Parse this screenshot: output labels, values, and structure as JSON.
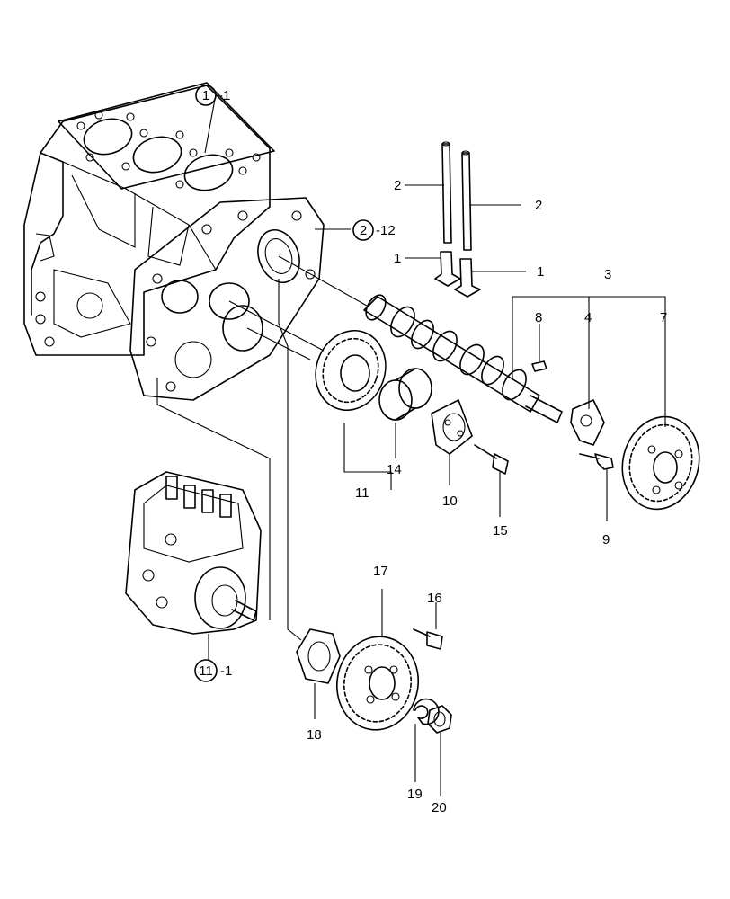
{
  "callouts": {
    "c1": {
      "num": "1",
      "suffix": "-1"
    },
    "c2": {
      "num": "2",
      "suffix": "-12"
    },
    "c11": {
      "num": "11",
      "suffix": "-1"
    }
  },
  "labels": {
    "l2a": "2",
    "l2b": "2",
    "l1a": "1",
    "l1b": "1",
    "l3": "3",
    "l4": "4",
    "l7": "7",
    "l8": "8",
    "l9": "9",
    "l10": "10",
    "l11": "11",
    "l14": "14",
    "l15": "15",
    "l16": "16",
    "l17": "17",
    "l18": "18",
    "l19": "19",
    "l20": "20"
  }
}
